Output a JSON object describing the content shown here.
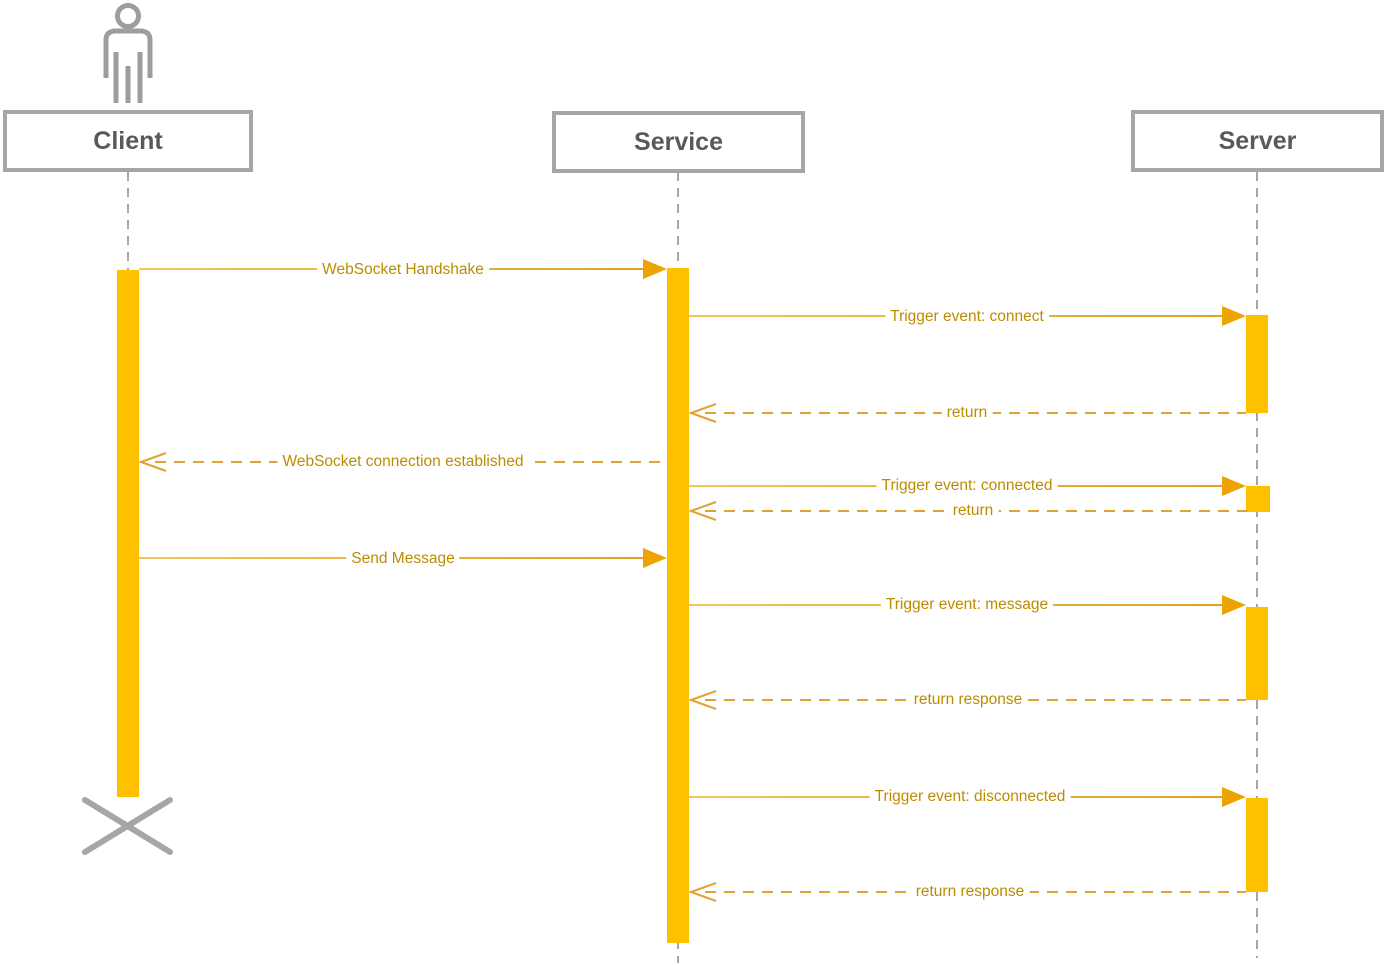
{
  "diagram": {
    "type": "sequence-diagram",
    "participants": [
      {
        "id": "client",
        "label": "Client",
        "kind": "actor"
      },
      {
        "id": "service",
        "label": "Service",
        "kind": "participant"
      },
      {
        "id": "server",
        "label": "Server",
        "kind": "participant"
      }
    ],
    "messages": [
      {
        "index": 1,
        "from": "client",
        "to": "service",
        "label": "WebSocket Handshake",
        "style": "solid"
      },
      {
        "index": 2,
        "from": "service",
        "to": "server",
        "label": "Trigger event: connect",
        "style": "solid"
      },
      {
        "index": 3,
        "from": "server",
        "to": "service",
        "label": "return",
        "style": "dashed"
      },
      {
        "index": 4,
        "from": "service",
        "to": "client",
        "label": "WebSocket connection established",
        "style": "dashed"
      },
      {
        "index": 5,
        "from": "service",
        "to": "server",
        "label": "Trigger event: connected",
        "style": "solid"
      },
      {
        "index": 6,
        "from": "server",
        "to": "service",
        "label": "return",
        "style": "dashed"
      },
      {
        "index": 7,
        "from": "client",
        "to": "service",
        "label": "Send Message",
        "style": "solid"
      },
      {
        "index": 8,
        "from": "service",
        "to": "server",
        "label": "Trigger event: message",
        "style": "solid"
      },
      {
        "index": 9,
        "from": "server",
        "to": "service",
        "label": "return response",
        "style": "dashed"
      },
      {
        "index": 10,
        "from": "service",
        "to": "server",
        "label": "Trigger event: disconnected",
        "style": "solid"
      },
      {
        "index": 11,
        "from": "server",
        "to": "service",
        "label": "return response",
        "style": "dashed"
      }
    ],
    "colors": {
      "activation_fill": "#FFC000",
      "message_line": "#E2A233",
      "arrowhead": "#EDA400",
      "message_text": "#BC8C00",
      "frame_gray": "#A6A6A6",
      "participant_text": "#595959"
    }
  }
}
